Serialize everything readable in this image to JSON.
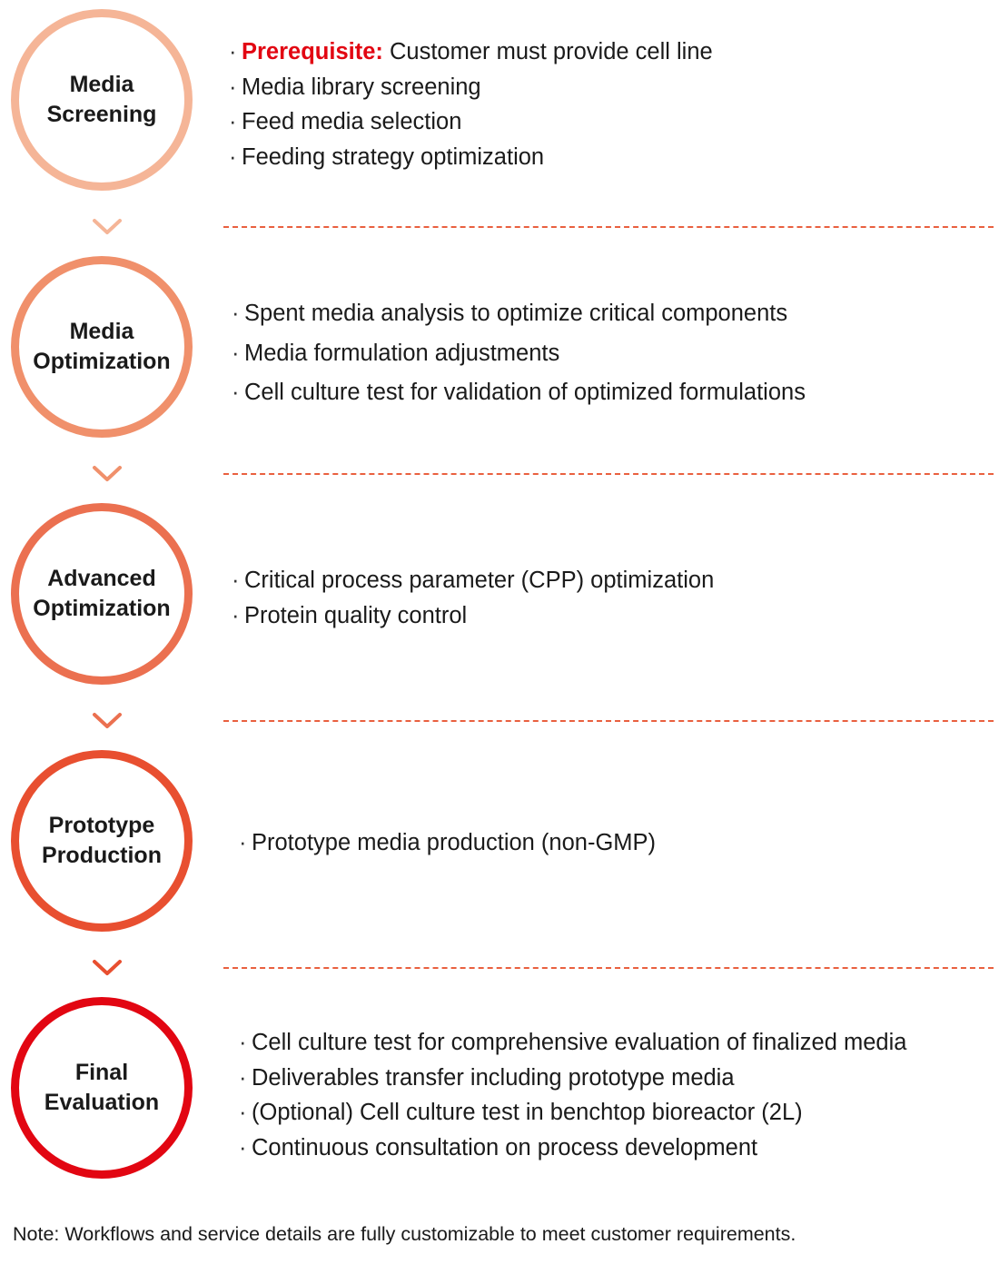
{
  "colors": {
    "step1": "#f5b597",
    "step2": "#f0906b",
    "step3": "#eb7050",
    "step4": "#e84f30",
    "step5": "#e20612",
    "divider": "#e9603f",
    "prerequisite": "#e20612"
  },
  "bullet_symbol": "·",
  "steps": [
    {
      "title_line1": "Media",
      "title_line2": "Screening",
      "prerequisite_label": "Prerequisite:",
      "prerequisite_text": " Customer must provide cell line",
      "items": [
        "Media library screening",
        "Feed media selection",
        "Feeding strategy optimization"
      ]
    },
    {
      "title_line1": "Media",
      "title_line2": "Optimization",
      "items": [
        "Spent media analysis to optimize critical components",
        "Media formulation adjustments",
        "Cell culture test for validation of optimized formulations"
      ]
    },
    {
      "title_line1": "Advanced",
      "title_line2": "Optimization",
      "items": [
        "Critical process parameter (CPP) optimization",
        "Protein quality control"
      ]
    },
    {
      "title_line1": "Prototype",
      "title_line2": "Production",
      "items": [
        "Prototype media production (non-GMP)"
      ]
    },
    {
      "title_line1": "Final",
      "title_line2": "Evaluation",
      "items": [
        "Cell culture test for comprehensive evaluation of finalized media",
        "Deliverables transfer including prototype media",
        "(Optional) Cell culture test in benchtop bioreactor (2L)",
        "Continuous consultation on process development"
      ]
    }
  ],
  "note": "Note: Workflows and service details are fully customizable to meet customer requirements."
}
